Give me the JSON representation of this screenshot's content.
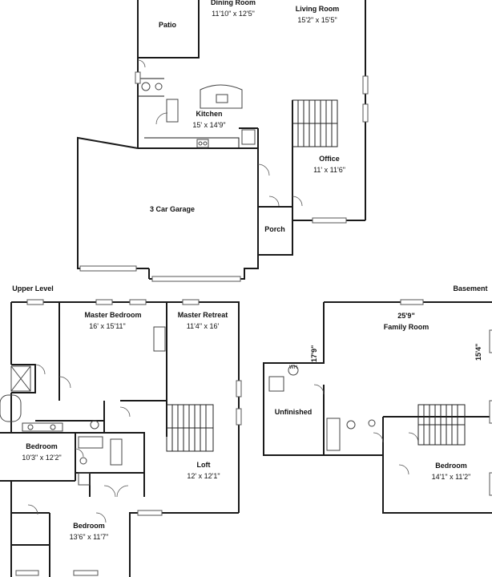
{
  "main_level": {
    "rooms": [
      {
        "id": "dining",
        "name": "Dining Room",
        "dims": "11'10\" x 12'5\""
      },
      {
        "id": "living",
        "name": "Living Room",
        "dims": "15'2\" x 15'5\""
      },
      {
        "id": "patio",
        "name": "Patio",
        "dims": ""
      },
      {
        "id": "kitchen",
        "name": "Kitchen",
        "dims": "15' x 14'9\""
      },
      {
        "id": "office",
        "name": "Office",
        "dims": "11' x 11'6\""
      },
      {
        "id": "garage",
        "name": "3 Car Garage",
        "dims": ""
      },
      {
        "id": "porch",
        "name": "Porch",
        "dims": ""
      }
    ]
  },
  "upper_level": {
    "title": "Upper Level",
    "rooms": [
      {
        "id": "master_bedroom",
        "name": "Master Bedroom",
        "dims": "16' x 15'11\""
      },
      {
        "id": "master_retreat",
        "name": "Master Retreat",
        "dims": "11'4\" x 16'"
      },
      {
        "id": "bedroom_left",
        "name": "Bedroom",
        "dims": "10'3\" x 12'2\""
      },
      {
        "id": "loft",
        "name": "Loft",
        "dims": "12' x 12'1\""
      },
      {
        "id": "bedroom_bottom",
        "name": "Bedroom",
        "dims": "13'6\" x 11'7\""
      }
    ]
  },
  "basement": {
    "title": "Basement",
    "rooms": [
      {
        "id": "family_room",
        "name": "Family Room",
        "dims": "25'9\""
      },
      {
        "id": "unfinished",
        "name": "Unfinished",
        "dims": ""
      },
      {
        "id": "bedroom_basement",
        "name": "Bedroom",
        "dims": "14'1\" x 11'2\""
      }
    ],
    "dim_left": "17'9\"",
    "dim_right": "15'4\"",
    "wh_label": "WH"
  }
}
